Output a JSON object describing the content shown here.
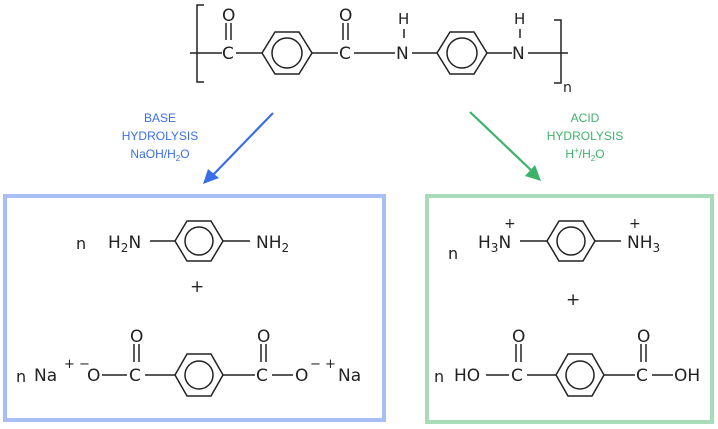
{
  "polymer": {
    "atoms": [
      "C",
      "O",
      "C",
      "O",
      "N",
      "H",
      "N",
      "H"
    ],
    "repeat_subscript": "n"
  },
  "base_route": {
    "title_line1": "BASE",
    "title_line2": "HYDROLYSIS",
    "reagent_main": "NaOH/H",
    "reagent_sub": "2",
    "reagent_end": "O",
    "color": "#3a6ee8",
    "box_color": "#a9bef5",
    "diamine": {
      "coefficient": "n",
      "left_group": "H",
      "left_sub": "2",
      "left_atom": "N",
      "right_atom": "NH",
      "right_sub": "2"
    },
    "plus": "+",
    "salt": {
      "coefficient": "n",
      "left_cation": "Na",
      "left_charges": "+ −",
      "left_o": "O",
      "c1": "C",
      "o1": "O",
      "c2": "C",
      "o2": "O",
      "right_o": "O",
      "right_charges": "− +",
      "right_cation": "Na"
    }
  },
  "acid_route": {
    "title_line1": "ACID",
    "title_line2": "HYDROLYSIS",
    "reagent_h": "H",
    "reagent_sup": "+",
    "reagent_main": "/H",
    "reagent_sub": "2",
    "reagent_end": "O",
    "color": "#3db36a",
    "box_color": "#a8dcb8",
    "diammonium": {
      "coefficient": "n",
      "left_group": "H",
      "left_sub": "3",
      "left_atom": "N",
      "left_charge": "+",
      "right_atom": "NH",
      "right_sub": "3",
      "right_charge": "+"
    },
    "plus": "+",
    "acid": {
      "coefficient": "n",
      "left_group": "HO",
      "c1": "C",
      "o1": "O",
      "c2": "C",
      "o2": "O",
      "right_group": "OH"
    }
  }
}
